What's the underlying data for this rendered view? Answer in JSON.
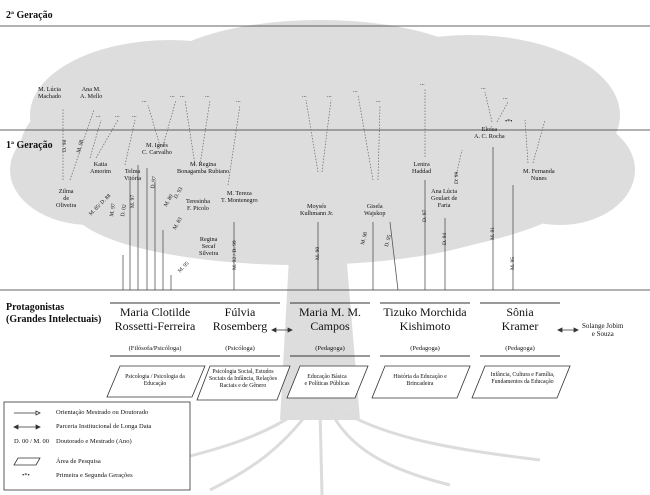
{
  "generations": {
    "second": "2ª Geração",
    "first": "1ª Geração",
    "protagonists": "Protagonistas\n(Grandes Intelectuais)"
  },
  "second_gen_people": [
    {
      "id": "lucia",
      "label": "M. Lúcia\nMachado"
    },
    {
      "id": "ana_mello",
      "label": "Ana M.\nA. Mello"
    },
    {
      "id": "dots1",
      "label": "..."
    },
    {
      "id": "dots2",
      "label": "..."
    },
    {
      "id": "dots3",
      "label": "..."
    },
    {
      "id": "dots4",
      "label": "..."
    },
    {
      "id": "dots5",
      "label": "..."
    },
    {
      "id": "dots6",
      "label": "..."
    },
    {
      "id": "dots7",
      "label": "..."
    },
    {
      "id": "dots8",
      "label": "..."
    },
    {
      "id": "dots9",
      "label": "..."
    },
    {
      "id": "dots10",
      "label": "..."
    },
    {
      "id": "dots11",
      "label": "..."
    },
    {
      "id": "dots12",
      "label": "..."
    },
    {
      "id": "dots13",
      "label": "..."
    },
    {
      "id": "dots14",
      "label": "..."
    },
    {
      "id": "dots15",
      "label": "..."
    }
  ],
  "first_gen_people": [
    {
      "id": "zilma",
      "label": "Zilma\nde\nOliveira"
    },
    {
      "id": "katia",
      "label": "Katia\nAmorim"
    },
    {
      "id": "telma",
      "label": "Telma\nVitória"
    },
    {
      "id": "ignes",
      "label": "M. Ignês\nC. Carvalho"
    },
    {
      "id": "regina_b",
      "label": "M. Regina\nBonagamba Rubiano"
    },
    {
      "id": "teresinha",
      "label": "Teresinha\nF. Picolo"
    },
    {
      "id": "tereza",
      "label": "M. Tereza\nT. Montenegro"
    },
    {
      "id": "regina_s",
      "label": "Regina\nSecaf\nSilveira"
    },
    {
      "id": "moyses",
      "label": "Moysés\nKulhmann Jr."
    },
    {
      "id": "gisela",
      "label": "Gisela\nWajskop"
    },
    {
      "id": "lenira",
      "label": "Lenira\nHaddad"
    },
    {
      "id": "ana_lucia",
      "label": "Ana Lúcia\nGoulart de\nFaria"
    },
    {
      "id": "eloisa",
      "label": "Eloísa\nA. C. Rocha"
    },
    {
      "id": "fernanda",
      "label": "M. Fernanda\nNunes"
    }
  ],
  "degree_labels": [
    "D. 98",
    "M. 98",
    "M. 97",
    "D. 02",
    "M. 97",
    "D. 97",
    "M. 97",
    "D. 02",
    "M. 85/ D. 88",
    "M. 95",
    "M. 80",
    "D. 93",
    "M. 83",
    "M. 95",
    "M. 92 / D. 99",
    "M. 90",
    "M. 90",
    "D. 95",
    "D. 97",
    "D. 94",
    "D. 99",
    "M. 91",
    "M. 95"
  ],
  "protagonists": [
    {
      "id": "clotilde",
      "name": "Maria Clotilde\nRossetti-Ferreira",
      "role": "(Filósofa/Psicóloga)",
      "area": "Psicologia / Psicologia da\nEducação"
    },
    {
      "id": "fulvia",
      "name": "Fúlvia\nRosemberg",
      "role": "(Psicóloga)",
      "area": "Psicologia Social, Estudos\nSociais da Infância, Relações\nRaciais e de Gênero"
    },
    {
      "id": "campos",
      "name": "Maria M. M.\nCampos",
      "role": "(Pedagoga)",
      "area": "Educação Básica\ne Políticas Públicas"
    },
    {
      "id": "kishimoto",
      "name": "Tizuko Morchida\nKishimoto",
      "role": "(Pedagoga)",
      "area": "História da Educação e\nBrincadeira"
    },
    {
      "id": "kramer",
      "name": "Sônia\nKramer",
      "role": "(Pedagoga)",
      "area": "Infância, Cultura e Família,\nFundamentos da Educação"
    }
  ],
  "partner": "Solange Jobim\ne Souza",
  "both_gen_marker": "•*•",
  "legend": [
    {
      "id": "orient",
      "label": "Orientação Mestrado ou Doutorado"
    },
    {
      "id": "parceria",
      "label": "Parceria Institucional de Longa Data"
    },
    {
      "id": "degree",
      "label": "Doutorado e Mestrado (Ano)",
      "symbol": "D. 00 / M. 00"
    },
    {
      "id": "area",
      "label": "Área de Pesquisa"
    },
    {
      "id": "gens",
      "label": "Primeira e Segunda Gerações",
      "symbol": "•*•"
    }
  ],
  "colors": {
    "tree": "#c8c8c8",
    "line": "#333333",
    "dotted": "#555555"
  }
}
